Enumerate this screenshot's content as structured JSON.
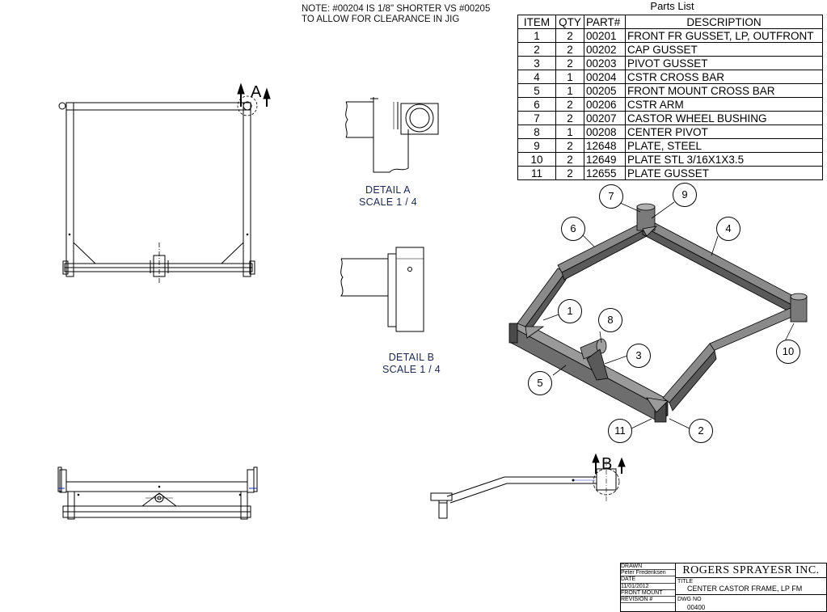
{
  "note": {
    "line1": "NOTE: #00204 IS 1/8\" SHORTER VS #00205",
    "line2": "TO ALLOW FOR CLEARANCE IN JIG"
  },
  "parts_list": {
    "title": "Parts List",
    "headers": [
      "ITEM",
      "QTY",
      "PART#",
      "DESCRIPTION"
    ],
    "rows": [
      [
        "1",
        "2",
        "00201",
        "FRONT FR GUSSET, LP, OUTFRONT"
      ],
      [
        "2",
        "2",
        "00202",
        "CAP GUSSET"
      ],
      [
        "3",
        "2",
        "00203",
        "PIVOT GUSSET"
      ],
      [
        "4",
        "1",
        "00204",
        "CSTR CROSS BAR"
      ],
      [
        "5",
        "1",
        "00205",
        "FRONT MOUNT CROSS BAR"
      ],
      [
        "6",
        "2",
        "00206",
        "CSTR ARM"
      ],
      [
        "7",
        "2",
        "00207",
        "CASTOR WHEEL BUSHING"
      ],
      [
        "8",
        "1",
        "00208",
        "CENTER PIVOT"
      ],
      [
        "9",
        "2",
        "12648",
        "PLATE, STEEL"
      ],
      [
        "10",
        "2",
        "12649",
        "PLATE STL 3/16X1X3.5"
      ],
      [
        "11",
        "2",
        "12655",
        "PLATE GUSSET"
      ]
    ]
  },
  "details": {
    "a_name": "DETAIL  A",
    "a_scale": "SCALE 1 / 4",
    "b_name": "DETAIL  B",
    "b_scale": "SCALE 1 / 4",
    "a_letter": "A",
    "b_letter": "B"
  },
  "balloons": {
    "b1": "1",
    "b2": "2",
    "b3": "3",
    "b4": "4",
    "b5": "5",
    "b6": "6",
    "b7": "7",
    "b8": "8",
    "b9": "9",
    "b10": "10",
    "b11": "11"
  },
  "title_block": {
    "drawn_label": "DRAWN",
    "drawn_by": "Peter Frederiksen",
    "date_label": "DATE",
    "date": "11/01/2012",
    "group": "FRONT MOUNT",
    "revision_label": "REVISION #",
    "company": "ROGERS SPRAYESR INC.",
    "title_label": "TITLE",
    "title": "CENTER CASTOR FRAME, LP FM",
    "dwg_label": "DWG NO",
    "dwg_no": "00400"
  },
  "colors": {
    "line": "#000000",
    "frame_fill": "#6e6e6e",
    "frame_light": "#9a9a9a",
    "frame_dark": "#3c3c3c",
    "detail_text": "#1c2a52",
    "accent_blue": "#1a2fbf"
  }
}
